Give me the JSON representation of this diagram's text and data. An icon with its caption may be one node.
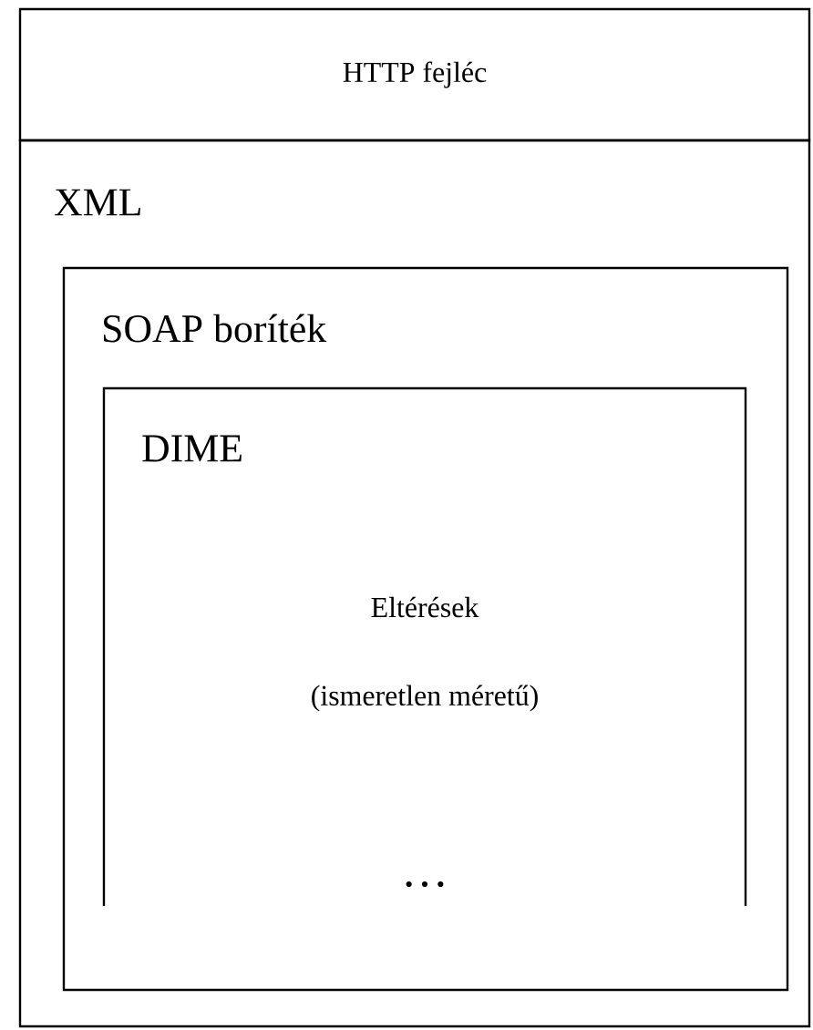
{
  "diagram": {
    "nodes": [
      {
        "text": [
          "HTTP fejléc"
        ]
      },
      {
        "text": [
          "XML"
        ]
      },
      {
        "text": [
          "SOAP boríték"
        ],
        "in": 1
      },
      {
        "text": [
          "DIME",
          "Eltérések",
          "(ismeretlen méretű)",
          "…"
        ],
        "in": 2
      }
    ]
  }
}
